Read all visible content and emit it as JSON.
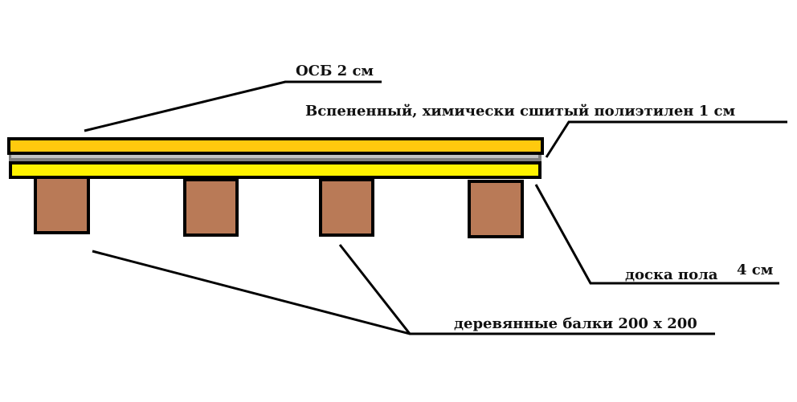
{
  "labels": {
    "osb": "ОСБ 2 см",
    "foam": "Вспененный, химически сшитый полиэтилен 1 см",
    "floorboard": "доска пола",
    "floorboard_thickness": "4 см",
    "beams": "деревянные балки 200 х 200"
  },
  "colors": {
    "osb": "#FFC90E",
    "foam_dark": "#7F7F7F",
    "foam_light": "#C3C3C3",
    "floorboard": "#FFF200",
    "beam": "#B97A57"
  }
}
